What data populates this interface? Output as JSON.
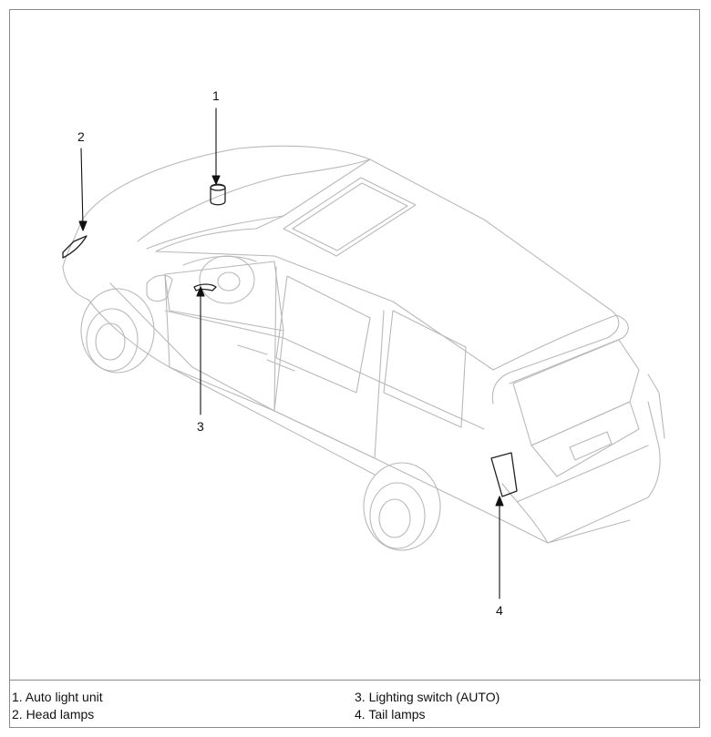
{
  "callouts": [
    {
      "number": "1"
    },
    {
      "number": "2"
    },
    {
      "number": "3"
    },
    {
      "number": "4"
    }
  ],
  "legend": {
    "left": [
      "1. Auto light unit",
      "2. Head lamps"
    ],
    "right": [
      "3. Lighting switch (AUTO)",
      "4. Tail lamps"
    ]
  }
}
